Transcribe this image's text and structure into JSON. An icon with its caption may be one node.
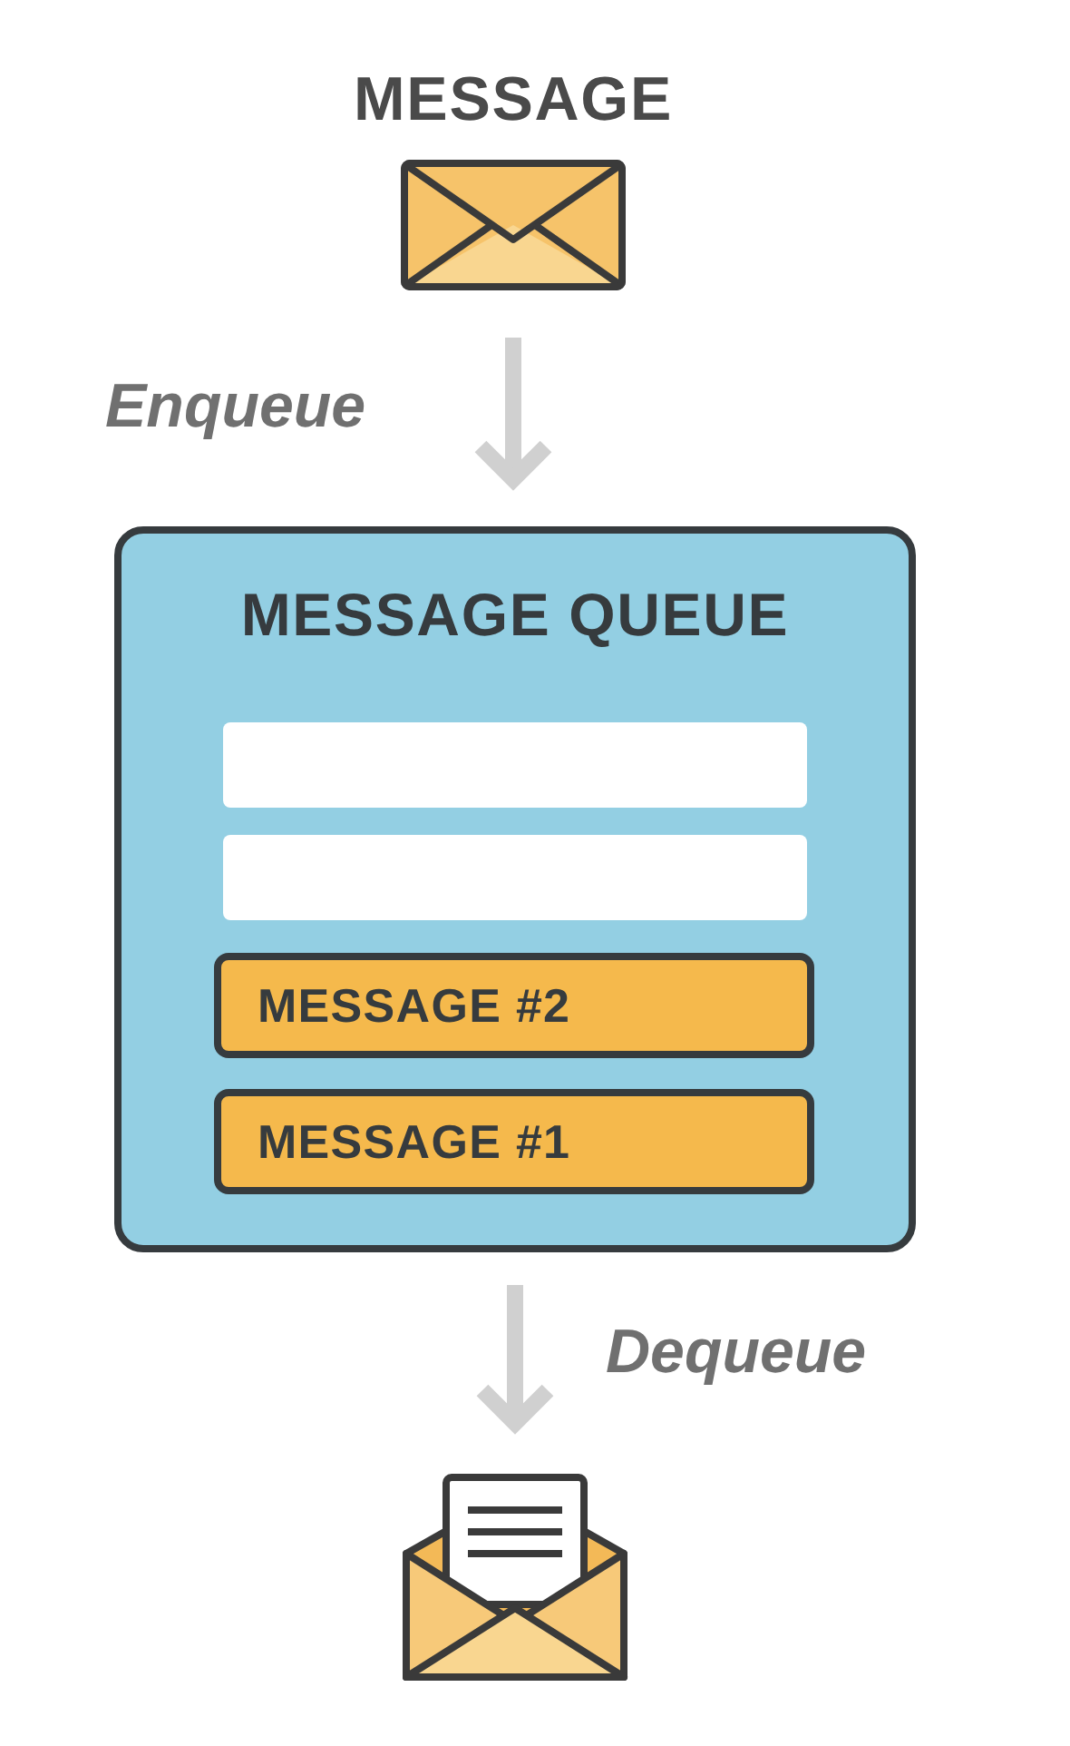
{
  "diagram": {
    "nodes": [
      {
        "text": [
          "MESSAGE"
        ]
      },
      {
        "text": [
          "MESSAGE QUEUE"
        ]
      },
      {
        "text": [],
        "shape": "box",
        "in": 1
      },
      {
        "text": [],
        "shape": "box",
        "in": 1
      },
      {
        "text": [
          "MESSAGE #2"
        ],
        "in": 1
      },
      {
        "text": [
          "MESSAGE #1"
        ],
        "in": 1
      },
      {
        "text": [],
        "shape": "picture"
      }
    ],
    "edges": [
      {
        "from": 0,
        "to": 1,
        "arrow": "to",
        "label": "Enqueue"
      },
      {
        "from": 1,
        "to": 6,
        "arrow": "to",
        "label": "Dequeue"
      }
    ]
  }
}
